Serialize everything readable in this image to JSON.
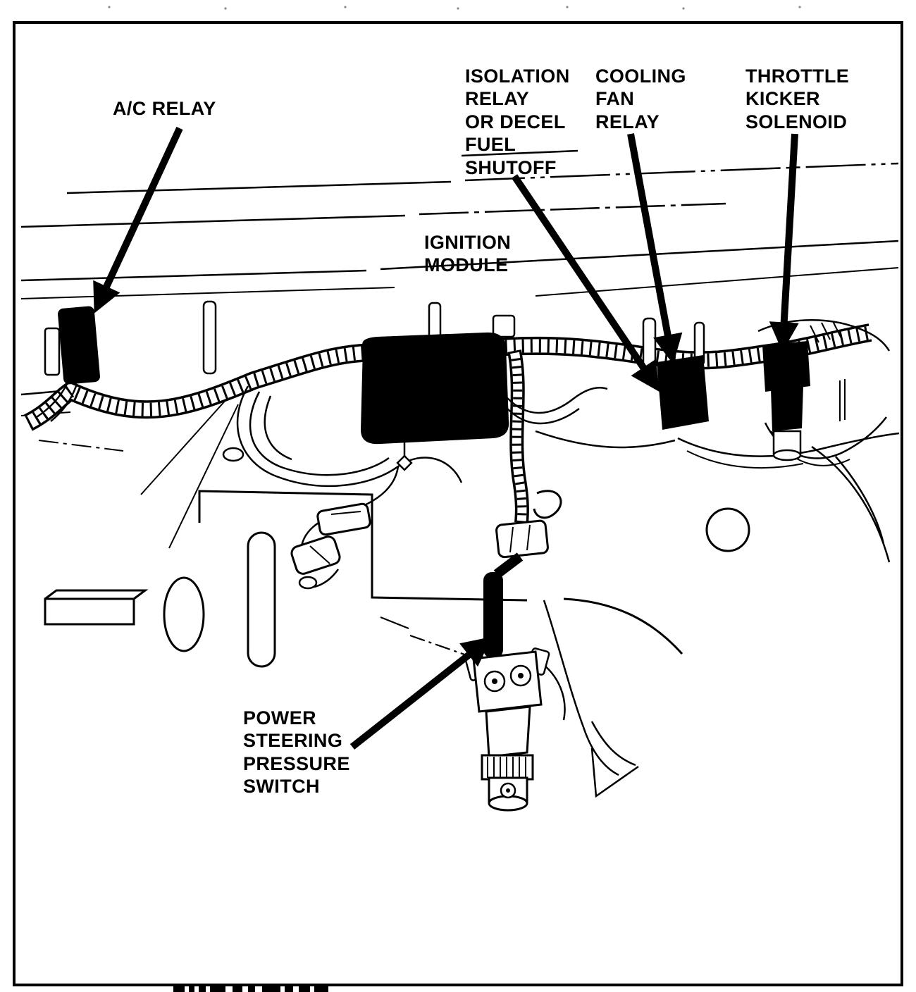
{
  "figure": {
    "type": "component-location-diagram",
    "description": "Engine compartment cowl area component location line drawing",
    "background": "#ffffff",
    "ink": "#000000"
  },
  "labels": {
    "ac_relay": "A/C RELAY",
    "isolation_relay": "ISOLATION\nRELAY\nOR DECEL\nFUEL\nSHUTOFF",
    "cooling_fan_relay": "COOLING\nFAN\nRELAY",
    "throttle_kicker_solenoid": "THROTTLE\nKICKER\nSOLENOID",
    "ignition_module": "IGNITION\nMODULE",
    "power_steering_pressure_switch": "POWER\nSTEERING\nPRESSURE\nSWITCH"
  }
}
